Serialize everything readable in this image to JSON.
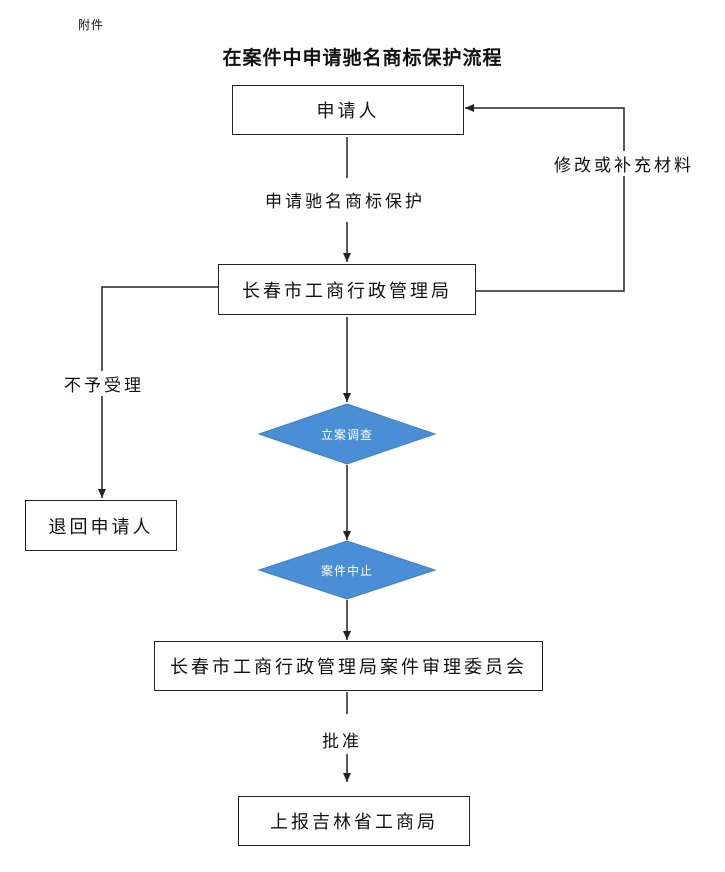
{
  "document": {
    "attachment_label": "附件",
    "title": "在案件中申请驰名商标保护流程"
  },
  "flowchart": {
    "nodes": {
      "applicant": "申请人",
      "city_bureau": "长春市工商行政管理局",
      "investigation": "立案调查",
      "case_suspended": "案件中止",
      "returned_to_applicant": "退回申请人",
      "case_review_committee": "长春市工商行政管理局案件审理委员会",
      "report_provincial": "上报吉林省工商局"
    },
    "edges": {
      "apply_protection": "申请驰名商标保护",
      "revise_materials": "修改或补充材料",
      "not_accepted": "不予受理",
      "approved": "批准"
    },
    "colors": {
      "diamond_fill": "#4a8fd6",
      "line": "#222222"
    }
  }
}
